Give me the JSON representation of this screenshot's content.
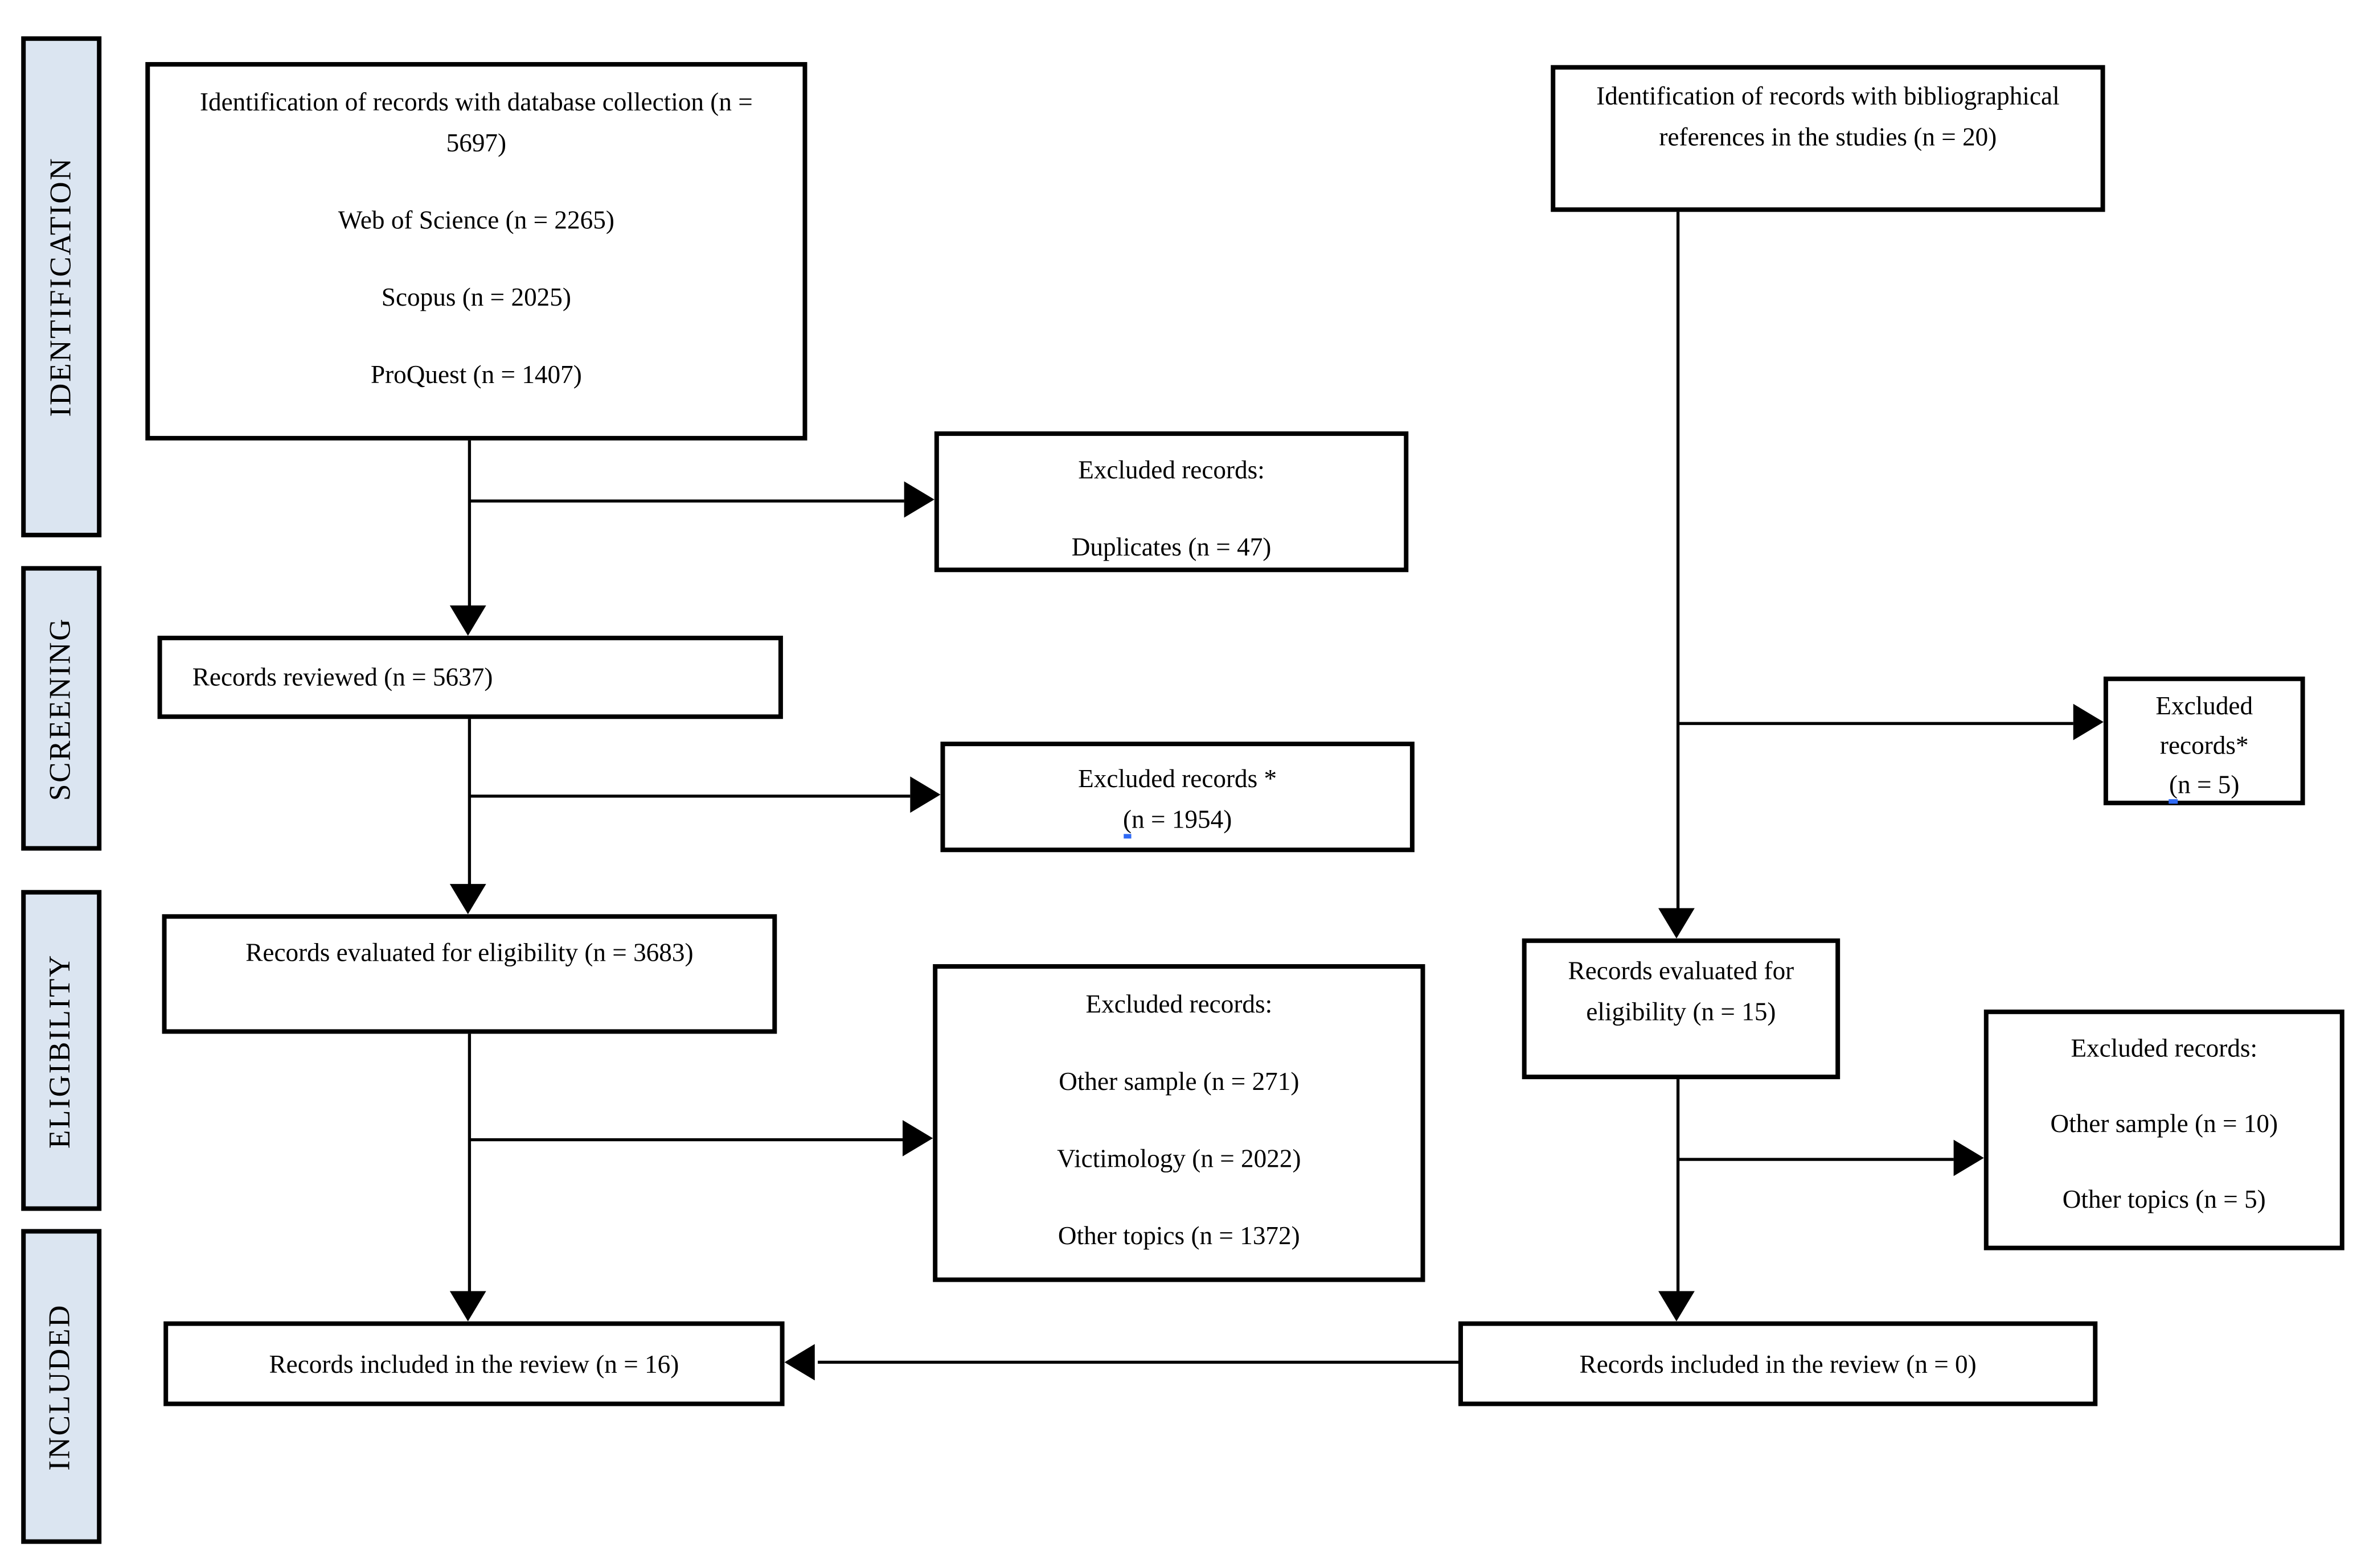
{
  "colors": {
    "background": "#ffffff",
    "box_border": "#000000",
    "sidebar_fill": "#dbe5f1",
    "connector": "#000000",
    "grammar_mark_blue": "#2f6af5"
  },
  "sidebar": {
    "identification": "IDENTIFICATION",
    "screening": "SCREENING",
    "eligibility": "ELIGIBILITY",
    "included": "INCLUDED"
  },
  "boxes": {
    "database_identification": {
      "title": "Identification of records with database collection (n = 5697)",
      "sources": [
        "Web of Science (n = 2265)",
        "Scopus (n = 2025)",
        "ProQuest (n = 1407)"
      ]
    },
    "bibliographic_identification": {
      "title": "Identification of records with bibliographical references in the studies (n = 20)"
    },
    "excluded_duplicates": {
      "heading": "Excluded records:",
      "detail": "Duplicates (n = 47)"
    },
    "records_reviewed": {
      "label": "Records reviewed (n = 5637)"
    },
    "excluded_screening": {
      "line1": "Excluded records *",
      "paren": "(",
      "rest": "n = 1954)"
    },
    "records_evaluated_left": {
      "label": "Records evaluated for eligibility (n = 3683)"
    },
    "excluded_eligibility_left": {
      "heading": "Excluded records:",
      "items": [
        "Other sample (n = 271)",
        "Victimology (n = 2022)",
        "Other topics (n = 1372)"
      ]
    },
    "records_evaluated_right": {
      "label": "Records evaluated for eligibility (n = 15)"
    },
    "excluded_screening_right": {
      "line1": "Excluded",
      "line2": "records*",
      "paren": "(",
      "rest": "n = 5)"
    },
    "excluded_eligibility_right": {
      "heading": "Excluded records:",
      "items": [
        "Other sample (n = 10)",
        "Other topics (n = 5)"
      ]
    },
    "included_left": {
      "label": "Records included in the review (n = 16)"
    },
    "included_right": {
      "label": "Records included in the review (n = 0)"
    }
  }
}
